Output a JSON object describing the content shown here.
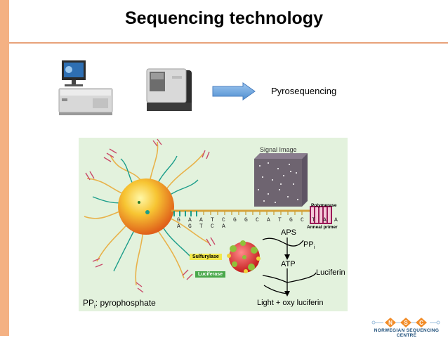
{
  "slide": {
    "title": "Sequencing technology",
    "arrow_label": "Pyrosequencing"
  },
  "figure": {
    "signal_image_label": "Signal Image",
    "sequence": "G A A T C G G C A T G C T A A A G T C A",
    "polymerase_label": "Polymerase",
    "anneal_primer_label": "Anneal primer",
    "aps_label": "APS",
    "ppi_base": "PP",
    "ppi_sub": "i",
    "atp_label": "ATP",
    "sulfurylase_label": "Sulfurylase",
    "luciferase_label": "Luciferase",
    "luciferin_label": "Luciferin",
    "products_label": "Light + oxy luciferin",
    "caption_sub": "i",
    "caption_rest": ": pyrophosphate"
  },
  "logo": {
    "letters": [
      "N",
      "S",
      "C"
    ],
    "name": "NORWEGIAN SEQUENCING CENTRE"
  },
  "colors": {
    "accent_bar": "#f4b183",
    "figure_bg": "#e3f2dd",
    "sulfurylase_tag": "#f2e84b",
    "luciferase_tag": "#49a84a",
    "arrow": "#5b9bd5"
  }
}
